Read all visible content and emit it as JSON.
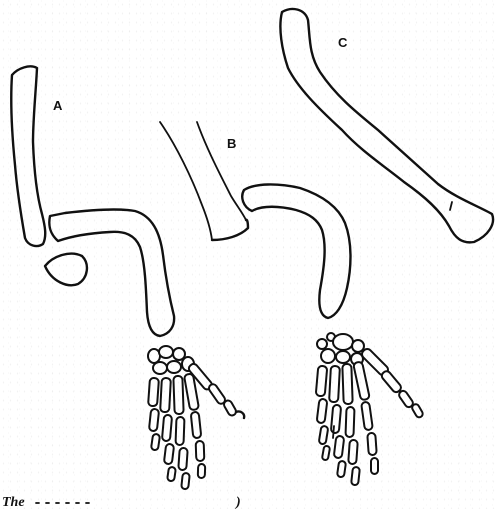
{
  "figure": {
    "labels": {
      "a": "A",
      "b": "B",
      "c": "C"
    },
    "caption_fragment": "The",
    "caption_end_mark": ")",
    "colors": {
      "ink": "#111111",
      "paper": "#ffffff"
    }
  }
}
